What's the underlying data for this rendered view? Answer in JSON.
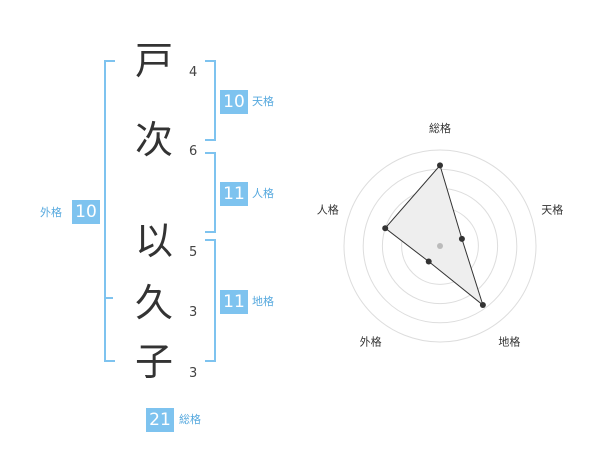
{
  "name": {
    "chars": [
      {
        "char": "戸",
        "strokes": "4"
      },
      {
        "char": "次",
        "strokes": "6"
      },
      {
        "char": "以",
        "strokes": "5"
      },
      {
        "char": "久",
        "strokes": "3"
      },
      {
        "char": "子",
        "strokes": "3"
      }
    ]
  },
  "fortunes": {
    "tenkaku": {
      "label": "天格",
      "value": "10"
    },
    "jinkaku": {
      "label": "人格",
      "value": "11"
    },
    "chikaku": {
      "label": "地格",
      "value": "11"
    },
    "gaikaku": {
      "label": "外格",
      "value": "10"
    },
    "soukaku": {
      "label": "総格",
      "value": "21"
    }
  },
  "radar": {
    "axes": [
      "総格",
      "天格",
      "地格",
      "外格",
      "人格"
    ],
    "levels": 5,
    "values": [
      4.2,
      1.2,
      3.8,
      1.0,
      3.0
    ],
    "colors": {
      "fill": "#eeeeee",
      "line": "#333333",
      "grid": "#dddddd",
      "center": "#bbbbbb"
    }
  },
  "colors": {
    "accent": "#7ec3ef",
    "accent_text": "#55a8de"
  }
}
